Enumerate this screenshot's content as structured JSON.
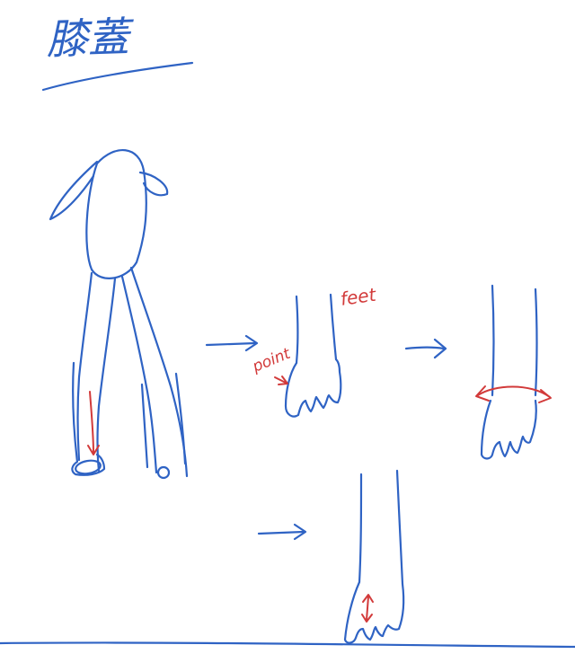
{
  "title": "膝蓋",
  "labels": {
    "feet": "feet",
    "point": "point"
  },
  "colors": {
    "ink_blue": "#2f63c4",
    "ink_red": "#d23a3a",
    "paper": "#ffffff"
  }
}
